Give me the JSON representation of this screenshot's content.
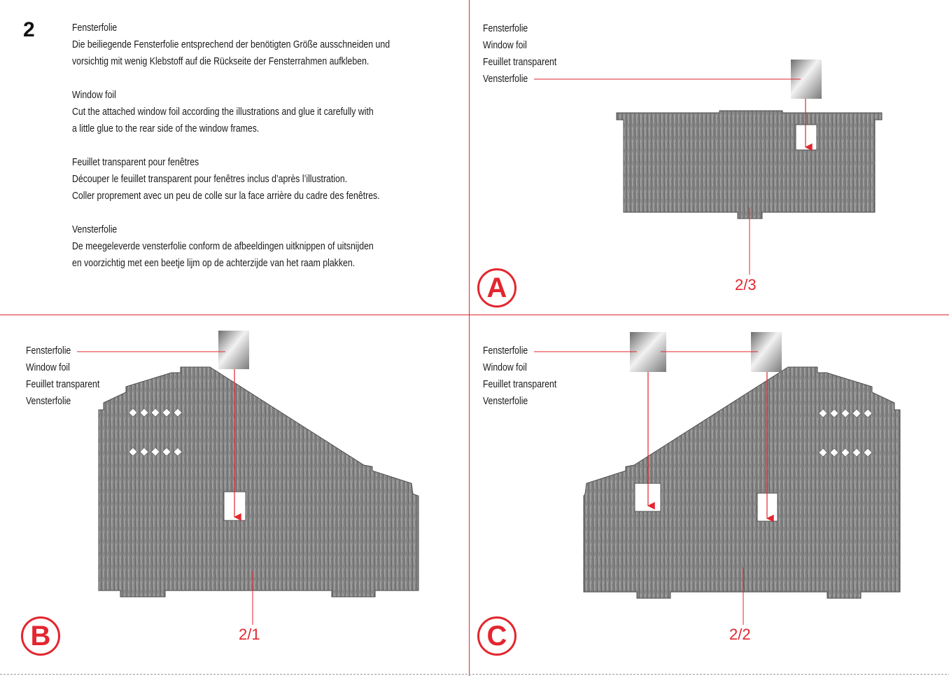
{
  "step": "2",
  "instructions": [
    {
      "title": "Fensterfolie",
      "text": "Die beiliegende Fensterfolie entsprechend der benötigten Größe ausschneiden und\nvorsichtig mit wenig Klebstoff auf die Rückseite der Fensterrahmen aufkleben."
    },
    {
      "title": "Window foil",
      "text": "Cut the attached window foil according the illustrations and glue it carefully with\na little glue to the rear side of the window frames."
    },
    {
      "title": "Feuillet transparent pour fenêtres",
      "text": "Découper le feuillet transparent pour fenêtres inclus d’après l’illustration.\nColler proprement avec un peu de colle sur la face arrière du cadre des fenêtres."
    },
    {
      "title": "Vensterfolie",
      "text": "De meegeleverde vensterfolie conform de afbeeldingen uitknippen of uitsnijden\nen voorzichtig met een beetje lijm op de achterzijde van het raam plakken."
    }
  ],
  "foil_labels": [
    "Fensterfolie",
    "Window foil",
    "Feuillet transparent",
    "Vensterfolie"
  ],
  "panels": {
    "a": {
      "badge": "A",
      "part": "2/3"
    },
    "b": {
      "badge": "B",
      "part": "2/1"
    },
    "c": {
      "badge": "C",
      "part": "2/2"
    }
  },
  "colors": {
    "accent": "#e3262f",
    "wood": "#8a8a8a"
  }
}
